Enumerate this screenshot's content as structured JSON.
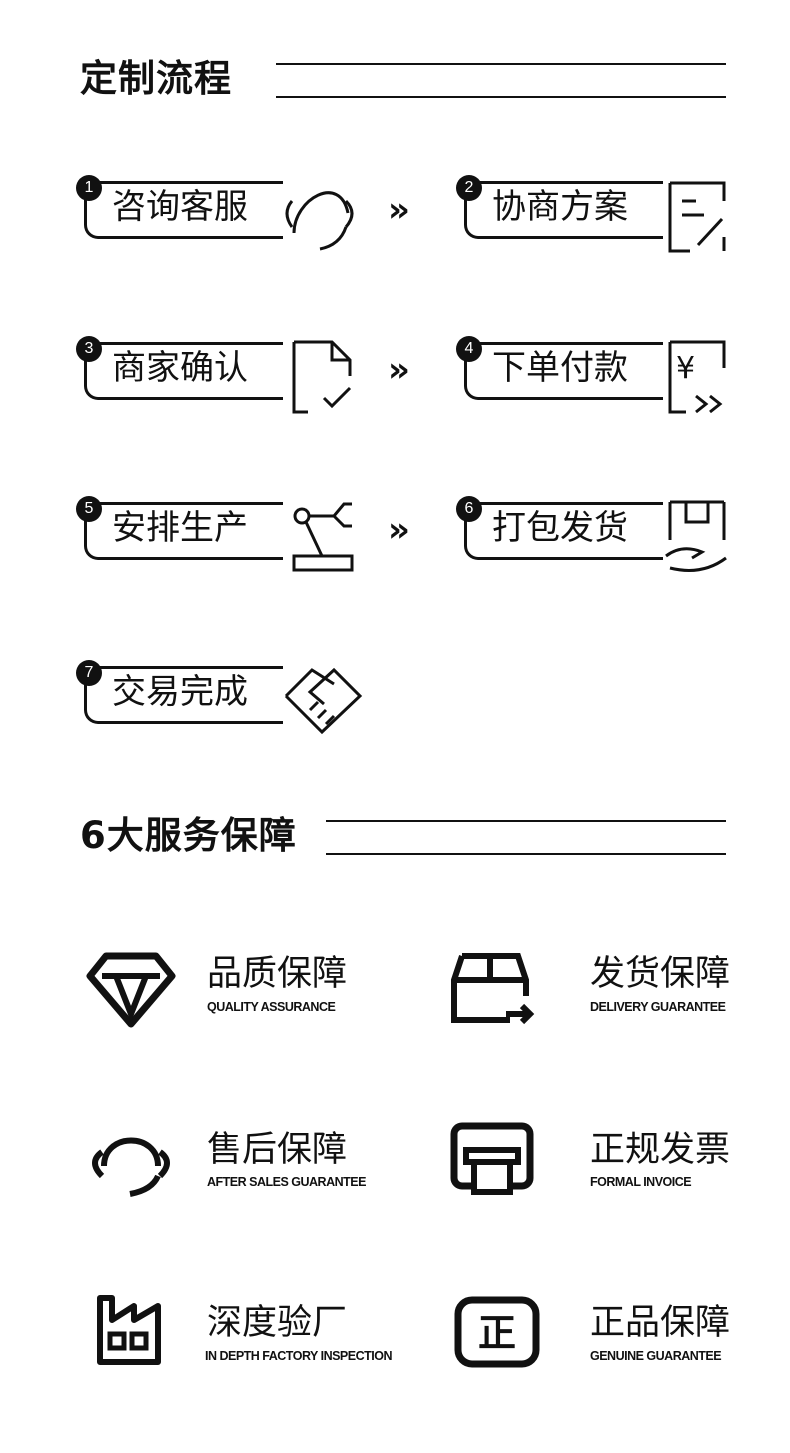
{
  "process": {
    "title": "定制流程",
    "steps": [
      {
        "num": "1",
        "label": "咨询客服"
      },
      {
        "num": "2",
        "label": "协商方案"
      },
      {
        "num": "3",
        "label": "商家确认"
      },
      {
        "num": "4",
        "label": "下单付款"
      },
      {
        "num": "5",
        "label": "安排生产"
      },
      {
        "num": "6",
        "label": "打包发货"
      },
      {
        "num": "7",
        "label": "交易完成"
      }
    ],
    "arrow": "»",
    "yen": "¥"
  },
  "services": {
    "title": "6大服务保障",
    "items": [
      {
        "name": "品质保障",
        "sub": "QUALITY ASSURANCE",
        "icon": "diamond-icon"
      },
      {
        "name": "发货保障",
        "sub": "DELIVERY GUARANTEE",
        "icon": "delivery-box-icon"
      },
      {
        "name": "售后保障",
        "sub": "AFTER SALES GUARANTEE",
        "icon": "headset-icon"
      },
      {
        "name": "正规发票",
        "sub": "FORMAL INVOICE",
        "icon": "invoice-printer-icon"
      },
      {
        "name": "深度验厂",
        "sub": "IN DEPTH FACTORY INSPECTION",
        "icon": "factory-icon"
      },
      {
        "name": "正品保障",
        "sub": "GENUINE GUARANTEE",
        "icon": "genuine-badge-icon"
      }
    ],
    "genuine_char": "正"
  }
}
